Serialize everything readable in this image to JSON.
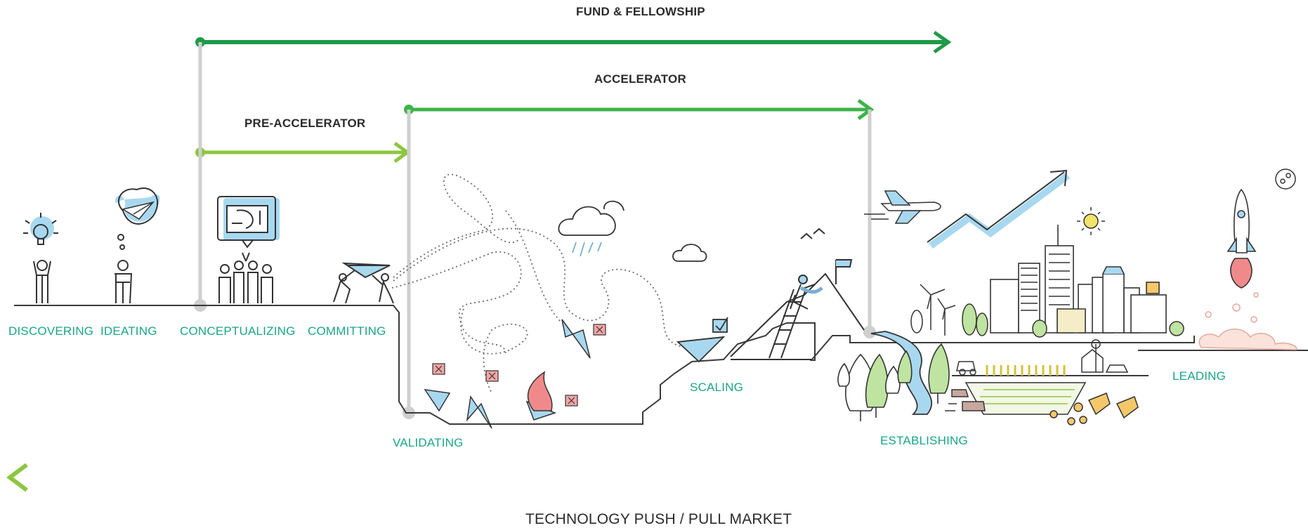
{
  "programs": {
    "fund_fellowship": "FUND & FELLOWSHIP",
    "accelerator": "ACCELERATOR",
    "pre_accelerator": "PRE-ACCELERATOR"
  },
  "stages": {
    "discovering": "DISCOVERING",
    "ideating": "IDEATING",
    "conceptualizing": "CONCEPTUALIZING",
    "committing": "COMMITTING",
    "validating": "VALIDATING",
    "scaling": "SCALING",
    "establishing": "ESTABLISHING",
    "leading": "LEADING"
  },
  "bottom_label": "TECHNOLOGY PUSH / PULL MARKET",
  "colors": {
    "dark_green": "#1d9a48",
    "mid_green": "#3cb44a",
    "light_green": "#8cc63f",
    "stage_text": "#1aa58a",
    "gray_line": "#cfcfcf",
    "accent_blue": "#a8d8ef",
    "accent_red": "#f08a8a"
  }
}
